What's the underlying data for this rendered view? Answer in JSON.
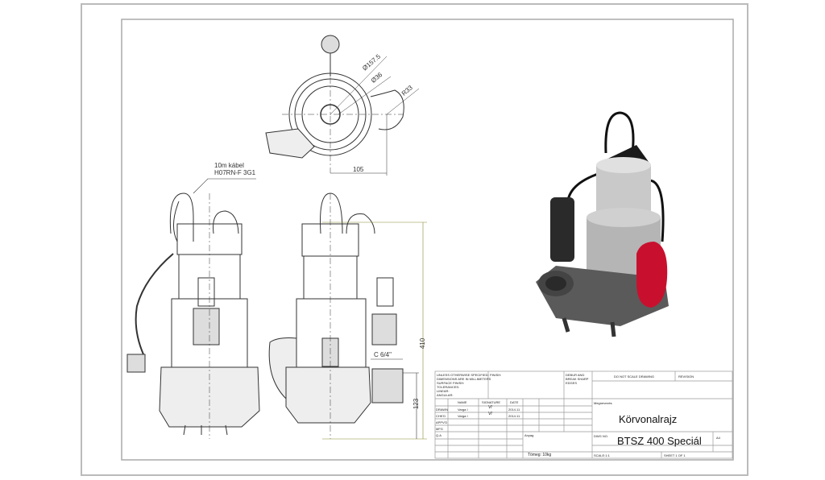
{
  "drawing": {
    "cable_note": [
      "10m kábel",
      "H07RN-F 3G1"
    ],
    "dimensions": {
      "outer_diameter": "Ø157.5",
      "inner_diameter": "Ø36",
      "radius": "R33",
      "offset": "105",
      "height": "410",
      "outlet_height": "123",
      "thread": "C 6/4\""
    }
  },
  "title_block": {
    "general_notes": "UNLESS OTHERWISE SPECIFIED:\nDIMENSIONS ARE IN MILLIMETERS\nSURFACE FINISH:\nTOLERANCES:\n  LINEAR:\n  ANGULAR:",
    "finish": "FINISH:",
    "debur": "DEBUR AND\nBREAK SHARP\nEDGES",
    "do_not_scale": "DO NOT SCALE DRAWING",
    "revision": "REVISION",
    "headers": [
      "NAME",
      "SIGNATURE",
      "DATE"
    ],
    "rows": [
      {
        "role": "DRAWN",
        "name": "Varga I",
        "date": "2014.11"
      },
      {
        "role": "CHK'D",
        "name": "Varga I",
        "date": "2014.11"
      },
      {
        "role": "APPV'D",
        "name": "",
        "date": ""
      },
      {
        "role": "MFG",
        "name": "",
        "date": ""
      },
      {
        "role": "Q.A",
        "name": "",
        "date": ""
      }
    ],
    "signature_mark": "Vl",
    "material_label": "Anyag",
    "weight": "Tömeg: 10kg",
    "title_label": "Megnevezés",
    "title": "Körvonalrajz",
    "dwg_label": "DWG NO.",
    "dwg_no": "BTSZ 400 Speciál",
    "size": "A4",
    "scale": "SCALE:1:1",
    "sheet": "SHEET 1 OF 1"
  },
  "colors": {
    "float": "#c8102e",
    "body": "#b8b8b8",
    "dark": "#3a3a3a"
  }
}
